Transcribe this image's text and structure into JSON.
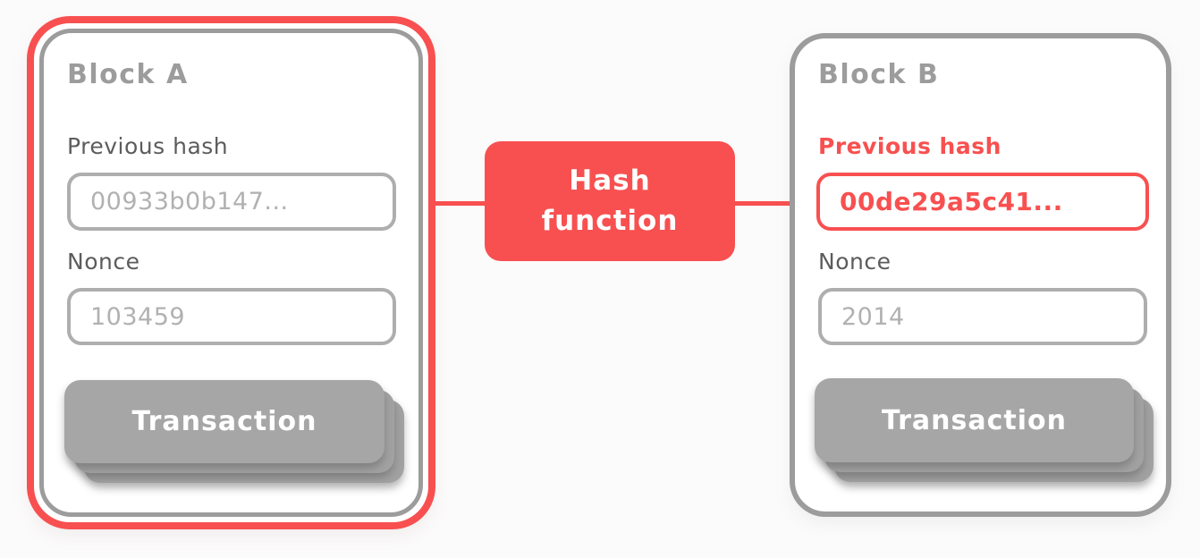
{
  "colors": {
    "accent_red": "#f85050",
    "block_border_gray": "#9c9c9c",
    "label_gray": "#5c5c5c",
    "placeholder_gray": "#b1b1b1",
    "button_gray": "#a6a6a6",
    "background": "#fcfbfb"
  },
  "block_a": {
    "title": "Block A",
    "previous_hash_label": "Previous hash",
    "previous_hash_value": "00933b0b147...",
    "nonce_label": "Nonce",
    "nonce_value": "103459",
    "transaction_label": "Transaction"
  },
  "hash_function": {
    "label_line1": "Hash",
    "label_line2": "function"
  },
  "block_b": {
    "title": "Block B",
    "previous_hash_label": "Previous hash",
    "previous_hash_value": "00de29a5c41...",
    "nonce_label": "Nonce",
    "nonce_value": "2014",
    "transaction_label": "Transaction"
  }
}
